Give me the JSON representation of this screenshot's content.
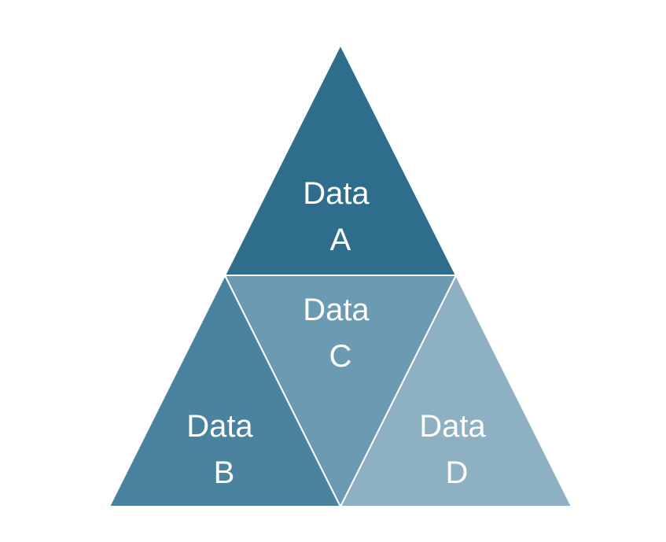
{
  "diagram": {
    "segments": [
      {
        "id": "a",
        "line1": "Data",
        "line2": "A",
        "color": "#2e6e8c"
      },
      {
        "id": "b",
        "line1": "Data",
        "line2": "B",
        "color": "#4a839e"
      },
      {
        "id": "c",
        "line1": "Data",
        "line2": "C",
        "color": "#6a9bb2"
      },
      {
        "id": "d",
        "line1": "Data",
        "line2": "D",
        "color": "#8db0c2"
      }
    ]
  }
}
